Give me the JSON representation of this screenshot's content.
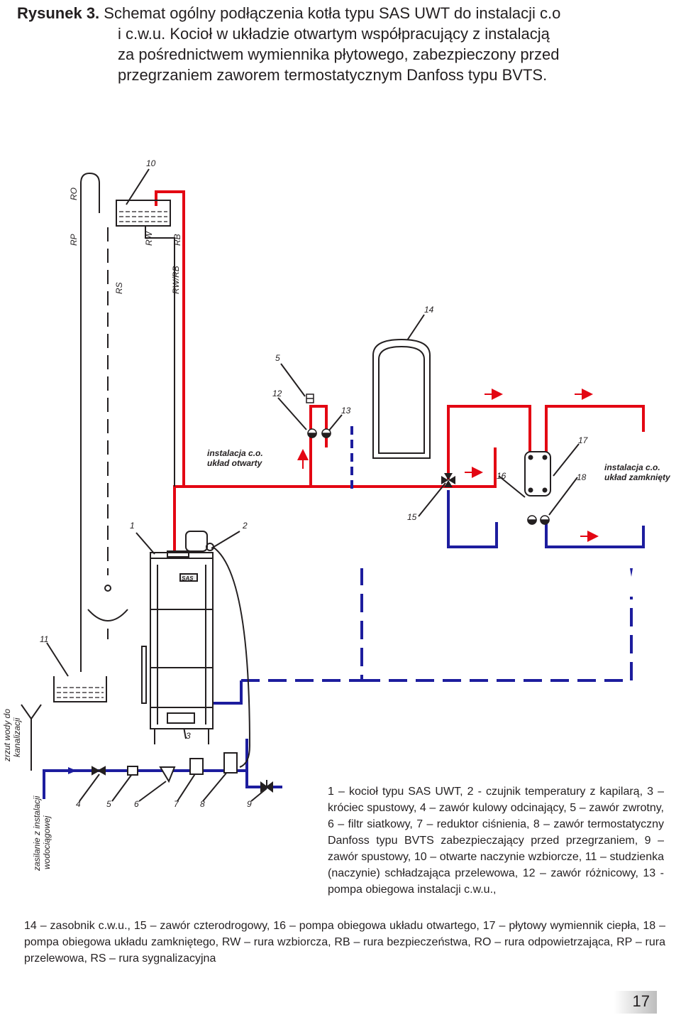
{
  "caption": {
    "figure_label": "Rysunek 3.",
    "line1": "Schemat ogólny podłączenia kotła typu SAS UWT do instalacji c.o",
    "line2": "i c.w.u. Kocioł w układzie otwartym współpracujący z instalacją",
    "line3": "za pośrednictwem wymiennika płytowego, zabezpieczony przed",
    "line4": "przegrzaniem zaworem termostatycznym Danfoss typu BVTS."
  },
  "diagram": {
    "pipe_labels": {
      "ro": "RO",
      "rp": "RP",
      "rw": "RW",
      "rb": "RB",
      "rs": "RS",
      "rwrb": "RW/RB"
    },
    "numbers": {
      "n1": "1",
      "n2": "2",
      "n3": "3",
      "n4": "4",
      "n5": "5",
      "n5b": "5",
      "n6": "6",
      "n7": "7",
      "n8": "8",
      "n9": "9",
      "n10": "10",
      "n11": "11",
      "n12": "12",
      "n13": "13",
      "n14": "14",
      "n15": "15",
      "n16": "16",
      "n17": "17",
      "n18": "18"
    },
    "boiler_badge": "SAS",
    "open_system_line1": "instalacja c.o.",
    "open_system_line2": "układ otwarty",
    "closed_system_line1": "instalacja c.o.",
    "closed_system_line2": "układ zamknięty",
    "drain_line1": "zrzut wody do",
    "drain_line2": "kanalizacji",
    "supply_line1": "zasilanie z instalacji",
    "supply_line2": "wodociągowej",
    "colors": {
      "supply_pipe": "#e30613",
      "return_pipe": "#1d1d9e",
      "line": "#231f20"
    }
  },
  "legend": {
    "right": "1 – kocioł typu SAS UWT, 2 - czujnik temperatury z kapilarą, 3 – króciec spustowy, 4 – zawór kulowy odcinający, 5 – zawór zwrotny, 6 – filtr siatkowy, 7 – reduktor ciśnienia, 8 – zawór termostatyczny Danfoss typu BVTS zabezpieczający przed przegrzaniem, 9 – zawór spustowy, 10 – otwarte naczynie wzbiorcze, 11 – studzienka (naczynie) schładzająca przelewowa, 12 – zawór różnicowy, 13 - pompa obiegowa instalacji c.w.u.,",
    "bottom": "14 – zasobnik c.w.u., 15 – zawór czterodrogowy, 16 – pompa obiegowa układu otwartego, 17 – płytowy wymiennik ciepła, 18 – pompa obiegowa układu zamkniętego, RW – rura wzbiorcza, RB – rura bezpieczeństwa, RO – rura odpowietrzająca, RP – rura przelewowa, RS – rura sygnalizacyjna"
  },
  "page_number": "17"
}
